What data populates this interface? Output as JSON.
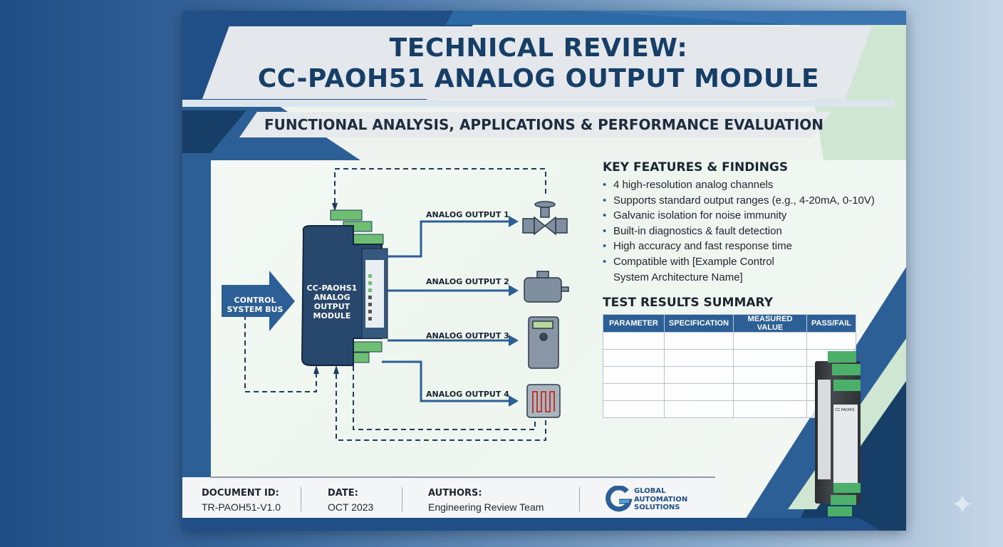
{
  "header": {
    "title_line1": "TECHNICAL REVIEW:",
    "title_line2": "CC-PAOH51 ANALOG OUTPUT MODULE",
    "subtitle": "FUNCTIONAL ANALYSIS, APPLICATIONS & PERFORMANCE EVALUATION"
  },
  "diagram": {
    "input_label_1": "CONTROL",
    "input_label_2": "SYSTEM BUS",
    "module_label": [
      "CC-PAOHS1",
      "ANALOG",
      "OUTPUT",
      "MODULE"
    ],
    "outputs": [
      "ANALOG OUTPUT 1",
      "ANALOG OUTPUT 2",
      "ANALOG OUTPUT 3",
      "ANALOG OUTPUT 4"
    ],
    "devices": [
      "valve-icon",
      "motor-icon",
      "drive-icon",
      "heater-icon"
    ]
  },
  "features": {
    "heading": "KEY FEATURES & FINDINGS",
    "items": [
      "4 high-resolution analog channels",
      "Supports standard output ranges (e.g., 4-20mA, 0-10V)",
      "Galvanic isolation for noise immunity",
      "Built-in diagnostics & fault detection",
      "High accuracy and fast response time",
      "Compatible with [Example Control System Architecture Name]"
    ]
  },
  "results": {
    "heading": "TEST RESULTS SUMMARY",
    "columns": [
      "PARAMETER",
      "SPECIFICATION",
      "MEASURED VALUE",
      "PASS/FAIL"
    ],
    "rows": [
      [
        "",
        "",
        "",
        ""
      ],
      [
        "",
        "",
        "",
        ""
      ],
      [
        "",
        "",
        "",
        ""
      ],
      [
        "",
        "",
        "",
        ""
      ],
      [
        "",
        "",
        "",
        ""
      ]
    ]
  },
  "product_photo": {
    "label": "CC PAOH51"
  },
  "footer": {
    "doc_id_label": "DOCUMENT ID:",
    "doc_id": "TR-PAOH51-V1.0",
    "date_label": "DATE:",
    "date": "OCT 2023",
    "authors_label": "AUTHORS:",
    "authors": "Engineering Review Team",
    "logo_lines": [
      "GLOBAL",
      "AUTOMATION",
      "SOLUTIONS"
    ]
  },
  "colors": {
    "primary": "#2b5f95",
    "dark": "#173e66",
    "accent_green": "#cfe8cf"
  }
}
